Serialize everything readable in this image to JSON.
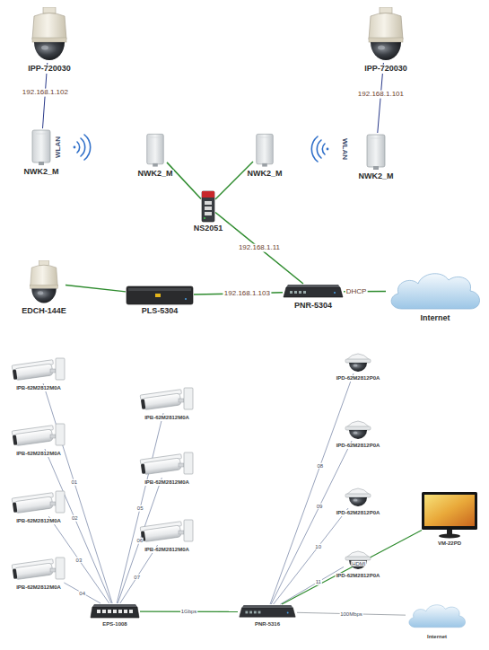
{
  "diagram": {
    "nodes": [
      {
        "text": [
          "IPP-720030"
        ]
      },
      {
        "text": [
          "IPP-720030"
        ]
      },
      {
        "text": [
          "NWK2_M"
        ]
      },
      {
        "text": [
          "NWK2_M"
        ]
      },
      {
        "text": [
          "NWK2_M"
        ]
      },
      {
        "text": [
          "NWK2_M"
        ]
      },
      {
        "text": [
          "NS2051"
        ]
      },
      {
        "text": [
          "EDCH-144E"
        ]
      },
      {
        "text": [
          "PLS-5304"
        ]
      },
      {
        "text": [
          "PNR-5304"
        ]
      },
      {
        "text": [
          "Internet"
        ]
      },
      {
        "text": [
          "IPB-62M2812M0A"
        ]
      },
      {
        "text": [
          "IPB-62M2812M0A"
        ]
      },
      {
        "text": [
          "IPB-62M2812M0A"
        ]
      },
      {
        "text": [
          "IPB-62M2812M0A"
        ]
      },
      {
        "text": [
          "IPB-62M2812M0A"
        ]
      },
      {
        "text": [
          "IPB-62M2812M0A"
        ]
      },
      {
        "text": [
          "IPB-62M2812M0A"
        ]
      },
      {
        "text": [
          "IPD-62M2812P0A"
        ]
      },
      {
        "text": [
          "IPD-62M2812P0A"
        ]
      },
      {
        "text": [
          "IPD-62M2812P0A"
        ]
      },
      {
        "text": [
          "IPD-62M2812P0A"
        ]
      },
      {
        "text": [
          "VM-22PD"
        ]
      },
      {
        "text": [
          "EPS-1008"
        ]
      },
      {
        "text": [
          "PNR-5316"
        ]
      },
      {
        "text": [
          "Internet"
        ]
      }
    ],
    "edges": [
      {
        "from": 0,
        "to": 2,
        "label": "192.168.1.102",
        "arrow": "none"
      },
      {
        "from": 1,
        "to": 5,
        "label": "192.168.1.101",
        "arrow": "none"
      },
      {
        "from": 3,
        "to": 6,
        "arrow": "none"
      },
      {
        "from": 4,
        "to": 6,
        "arrow": "none"
      },
      {
        "from": 6,
        "to": 9,
        "label": "192.168.1.11",
        "arrow": "none"
      },
      {
        "from": 7,
        "to": 8,
        "arrow": "none"
      },
      {
        "from": 8,
        "to": 9,
        "label": "192.168.1.103",
        "arrow": "none"
      },
      {
        "from": 9,
        "to": 10,
        "label": "DHCP",
        "arrow": "none"
      },
      {
        "from": 11,
        "to": 23,
        "label": "01",
        "arrow": "none"
      },
      {
        "from": 12,
        "to": 23,
        "label": "02",
        "arrow": "none"
      },
      {
        "from": 13,
        "to": 23,
        "label": "03",
        "arrow": "none"
      },
      {
        "from": 14,
        "to": 23,
        "label": "04",
        "arrow": "none"
      },
      {
        "from": 15,
        "to": 23,
        "label": "05",
        "arrow": "none"
      },
      {
        "from": 16,
        "to": 23,
        "label": "06",
        "arrow": "none"
      },
      {
        "from": 17,
        "to": 23,
        "label": "07",
        "arrow": "none"
      },
      {
        "from": 23,
        "to": 24,
        "label": "1Gbps",
        "arrow": "none"
      },
      {
        "from": 18,
        "to": 24,
        "label": "08",
        "arrow": "none"
      },
      {
        "from": 19,
        "to": 24,
        "label": "09",
        "arrow": "none"
      },
      {
        "from": 20,
        "to": 24,
        "label": "10",
        "arrow": "none"
      },
      {
        "from": 21,
        "to": 24,
        "label": "11",
        "arrow": "none"
      },
      {
        "from": 24,
        "to": 22,
        "label": "HDMI",
        "arrow": "none"
      },
      {
        "from": 24,
        "to": 25,
        "label": "100Mbps",
        "arrow": "none"
      }
    ],
    "labels": [
      "WLAN",
      "WLAN"
    ]
  }
}
